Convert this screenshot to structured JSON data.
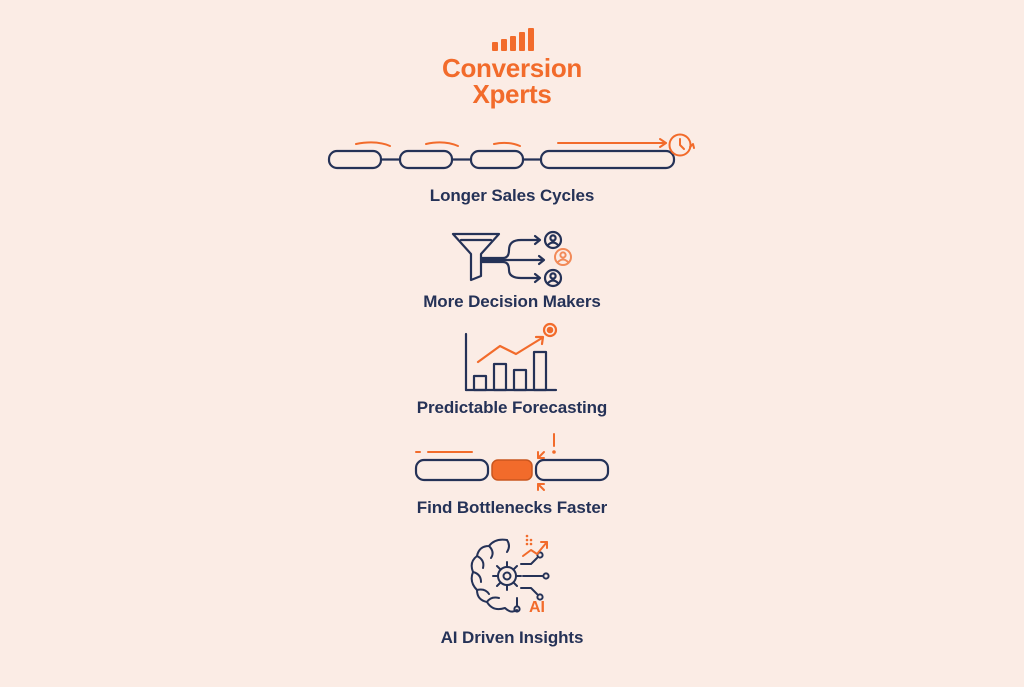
{
  "brand": {
    "name_line1": "Conversion",
    "name_line2": "Xperts",
    "accent_color": "#f26b2b",
    "ink_color": "#253257",
    "background_color": "#fbece5"
  },
  "steps": [
    {
      "label": "Longer Sales Cycles",
      "icon": "sales-cycle-chain-icon"
    },
    {
      "label": "More Decision Makers",
      "icon": "funnel-decision-makers-icon"
    },
    {
      "label": "Predictable Forecasting",
      "icon": "forecast-chart-icon"
    },
    {
      "label": "Find Bottlenecks Faster",
      "icon": "bottleneck-chain-icon"
    },
    {
      "label": "AI Driven Insights",
      "icon": "ai-brain-gear-icon",
      "badge": "AI"
    }
  ]
}
